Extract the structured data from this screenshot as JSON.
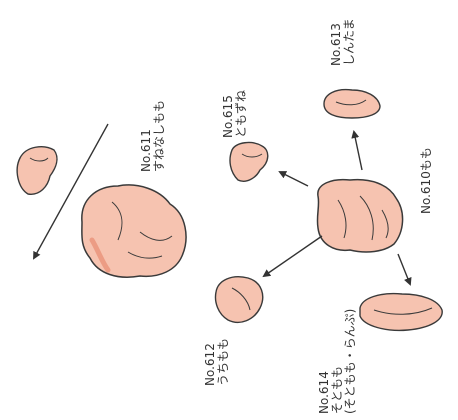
{
  "parts": {
    "momo": {
      "code": "No.610",
      "name": "もも"
    },
    "sunanashi": {
      "code": "No.611",
      "name": "すねなしもも"
    },
    "uchimomo": {
      "code": "No.612",
      "name": "うちもも"
    },
    "shintama": {
      "code": "No.613",
      "name": "しんたま"
    },
    "sotomomo": {
      "code": "No.614",
      "name": "そともも",
      "note": "(そともも・らんぷ)"
    },
    "tomozune": {
      "code": "No.615",
      "name": "ともずね"
    }
  },
  "colors": {
    "meat": "#f6c3b0",
    "meat_shade": "#ec9c84",
    "outline": "#3a3a3a",
    "arrow": "#333333"
  }
}
